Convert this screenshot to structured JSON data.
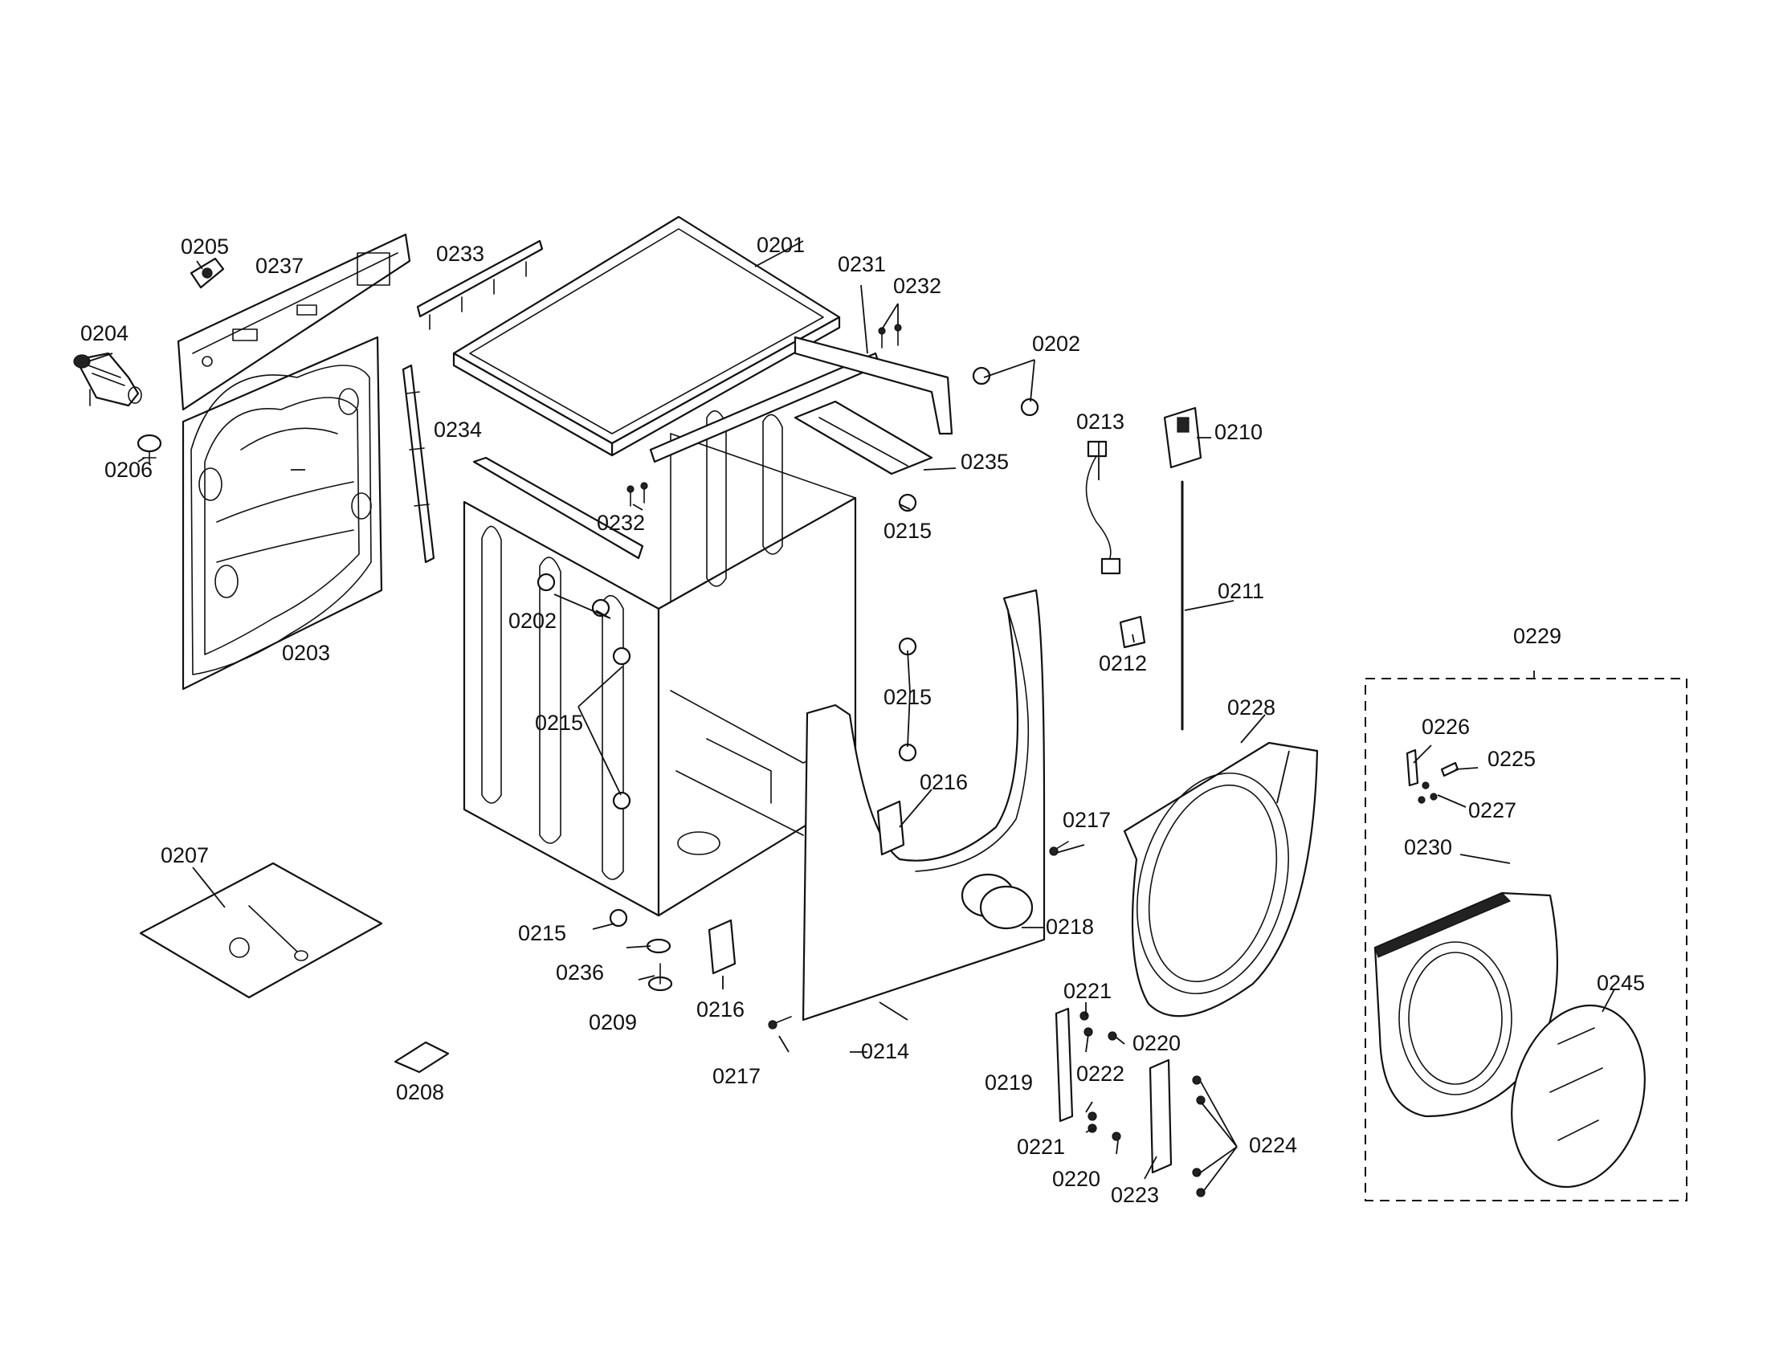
{
  "diagram": {
    "callouts": {
      "c0201": "0201",
      "c0202a": "0202",
      "c0202b": "0202",
      "c0203": "0203",
      "c0204": "0204",
      "c0205": "0205",
      "c0206": "0206",
      "c0207": "0207",
      "c0208": "0208",
      "c0209": "0209",
      "c0210": "0210",
      "c0211": "0211",
      "c0212": "0212",
      "c0213": "0213",
      "c0214": "0214",
      "c0215a": "0215",
      "c0215b": "0215",
      "c0215c": "0215",
      "c0215d": "0215",
      "c0216a": "0216",
      "c0216b": "0216",
      "c0217a": "0217",
      "c0217b": "0217",
      "c0218": "0218",
      "c0219": "0219",
      "c0220a": "0220",
      "c0220b": "0220",
      "c0221a": "0221",
      "c0221b": "0221",
      "c0222": "0222",
      "c0223": "0223",
      "c0224": "0224",
      "c0225": "0225",
      "c0226": "0226",
      "c0227": "0227",
      "c0228": "0228",
      "c0229": "0229",
      "c0230": "0230",
      "c0231": "0231",
      "c0232a": "0232",
      "c0232b": "0232",
      "c0233": "0233",
      "c0234": "0234",
      "c0235": "0235",
      "c0236": "0236",
      "c0237": "0237",
      "c0245": "0245"
    }
  }
}
